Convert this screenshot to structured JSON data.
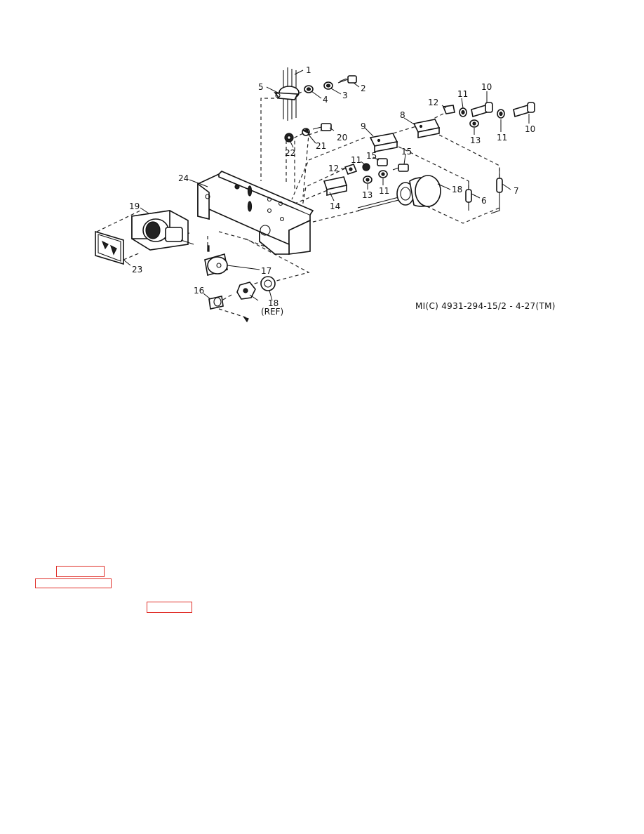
{
  "figure": {
    "caption": "MI(C) 4931-294-15/2 - 4-27(TM)",
    "callouts": [
      {
        "id": "c1",
        "text": "1"
      },
      {
        "id": "c2",
        "text": "2"
      },
      {
        "id": "c3",
        "text": "3"
      },
      {
        "id": "c4",
        "text": "4"
      },
      {
        "id": "c5",
        "text": "5"
      },
      {
        "id": "c6",
        "text": "6"
      },
      {
        "id": "c7",
        "text": "7"
      },
      {
        "id": "c8",
        "text": "8"
      },
      {
        "id": "c9",
        "text": "9"
      },
      {
        "id": "c10a",
        "text": "10"
      },
      {
        "id": "c10b",
        "text": "10"
      },
      {
        "id": "c11a",
        "text": "11"
      },
      {
        "id": "c11b",
        "text": "11"
      },
      {
        "id": "c11c",
        "text": "11"
      },
      {
        "id": "c11d",
        "text": "11"
      },
      {
        "id": "c12a",
        "text": "12"
      },
      {
        "id": "c12b",
        "text": "12"
      },
      {
        "id": "c13a",
        "text": "13"
      },
      {
        "id": "c13b",
        "text": "13"
      },
      {
        "id": "c14",
        "text": "14"
      },
      {
        "id": "c15a",
        "text": "15"
      },
      {
        "id": "c15b",
        "text": "15"
      },
      {
        "id": "c16",
        "text": "16"
      },
      {
        "id": "c17",
        "text": "17"
      },
      {
        "id": "c18a",
        "text": "18"
      },
      {
        "id": "c18b",
        "text": "18"
      },
      {
        "id": "c18ref",
        "text": "(REF)"
      },
      {
        "id": "c19",
        "text": "19"
      },
      {
        "id": "c20",
        "text": "20"
      },
      {
        "id": "c21",
        "text": "21"
      },
      {
        "id": "c22",
        "text": "22"
      },
      {
        "id": "c23",
        "text": "23"
      },
      {
        "id": "c24",
        "text": "24"
      }
    ]
  },
  "links": [
    {
      "label": ""
    },
    {
      "label": ""
    },
    {
      "label": ""
    }
  ]
}
